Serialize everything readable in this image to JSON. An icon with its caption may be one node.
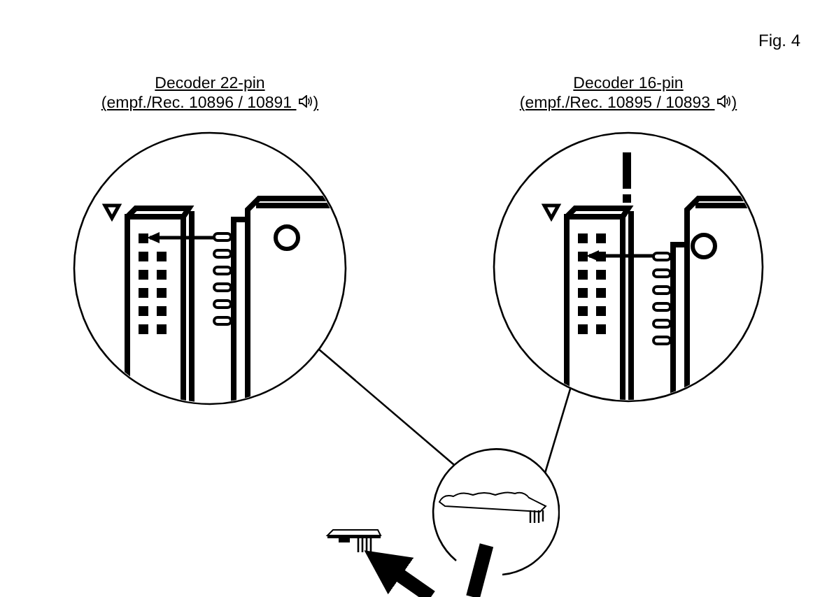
{
  "diagram": {
    "nodes": [
      {
        "text": [
          "Decoder 22-pin",
          "(empf./Rec. 10896 / 10891 )"
        ]
      },
      {
        "text": [
          "Decoder 16-pin",
          "(empf./Rec. 10895 / 10893 )"
        ]
      },
      {
        "text": [],
        "shape": "circle"
      },
      {
        "text": [],
        "shape": "picture"
      }
    ],
    "edges": [
      {
        "from": 0,
        "to": 2,
        "arrow": "none"
      },
      {
        "from": 1,
        "to": 2,
        "arrow": "none"
      },
      {
        "from": null,
        "to": 3,
        "arrow": "to",
        "style": "thick"
      },
      {
        "from": null,
        "to": 2,
        "arrow": "none",
        "style": "thick"
      }
    ],
    "labels": [
      "Fig. 4"
    ]
  }
}
